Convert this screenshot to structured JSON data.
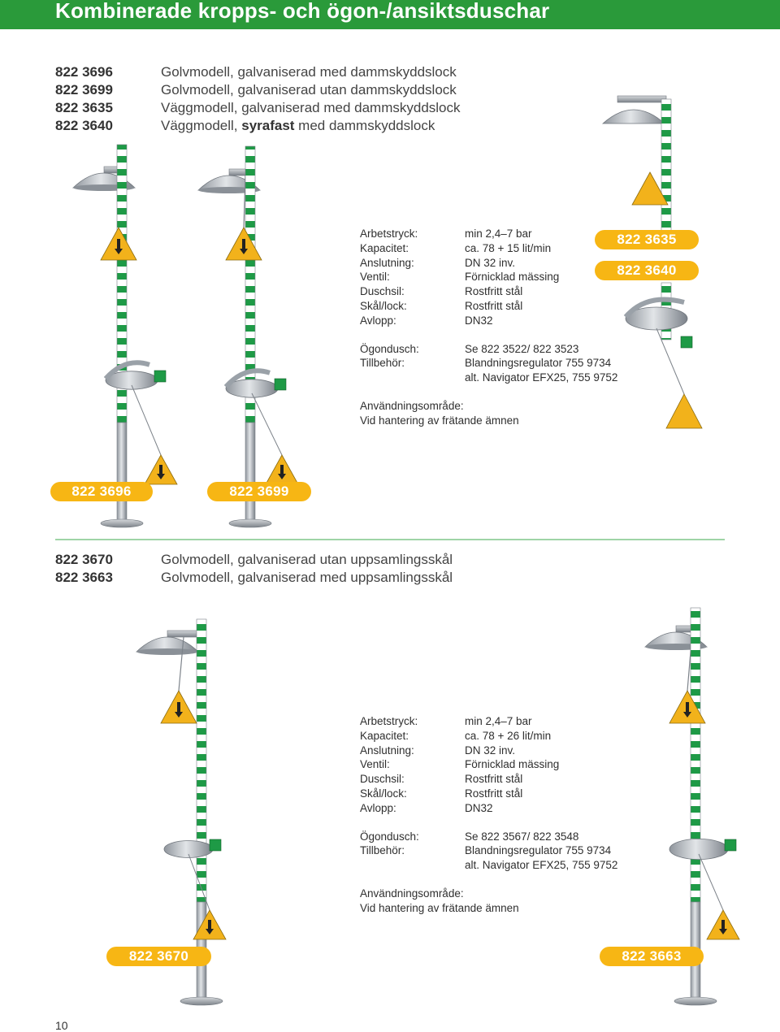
{
  "header": {
    "title": "Kombinerade kropps- och ögon-/ansiktsduschar"
  },
  "section1": {
    "products": [
      {
        "code": "822 3696",
        "desc": "Golvmodell, galvaniserad med dammskyddslock"
      },
      {
        "code": "822 3699",
        "desc": "Golvmodell, galvaniserad utan dammskyddslock"
      },
      {
        "code": "822 3635",
        "desc": "Väggmodell, galvaniserad med dammskyddslock"
      },
      {
        "code": "822 3640",
        "desc_before": "Väggmodell, ",
        "desc_bold": "syrafast",
        "desc_after": " med dammskyddslock"
      }
    ],
    "specs": [
      {
        "label": "Arbetstryck:",
        "value": "min 2,4–7 bar"
      },
      {
        "label": "Kapacitet:",
        "value": "ca. 78 + 15 lit/min"
      },
      {
        "label": "Anslutning:",
        "value": "DN 32 inv."
      },
      {
        "label": "Ventil:",
        "value": "Förnicklad mässing"
      },
      {
        "label": "Duschsil:",
        "value": "Rostfritt stål"
      },
      {
        "label": "Skål/lock:",
        "value": "Rostfritt stål"
      },
      {
        "label": "Avlopp:",
        "value": "DN32"
      }
    ],
    "extra": [
      {
        "label": "Ögondusch:",
        "value": "Se 822 3522/ 822 3523"
      },
      {
        "label": "Tillbehör:",
        "value": "Blandningsregulator 755 9734"
      }
    ],
    "extra_cont": "alt. Navigator EFX25, 755 9752",
    "usage_label": "Användningsområde:",
    "usage_value": "Vid hantering av frätande ämnen",
    "badges": [
      "822 3696",
      "822 3699",
      "822 3635",
      "822 3640"
    ]
  },
  "section2": {
    "products": [
      {
        "code": "822 3670",
        "desc": "Golvmodell, galvaniserad utan uppsamlingsskål"
      },
      {
        "code": "822 3663",
        "desc": "Golvmodell, galvaniserad med uppsamlingsskål"
      }
    ],
    "specs": [
      {
        "label": "Arbetstryck:",
        "value": "min 2,4–7 bar"
      },
      {
        "label": "Kapacitet:",
        "value": "ca. 78 + 26 lit/min"
      },
      {
        "label": "Anslutning:",
        "value": "DN 32 inv."
      },
      {
        "label": "Ventil:",
        "value": "Förnicklad mässing"
      },
      {
        "label": "Duschsil:",
        "value": "Rostfritt stål"
      },
      {
        "label": "Skål/lock:",
        "value": "Rostfritt stål"
      },
      {
        "label": "Avlopp:",
        "value": "DN32"
      }
    ],
    "extra": [
      {
        "label": "Ögondusch:",
        "value": "Se 822 3567/ 822 3548"
      },
      {
        "label": "Tillbehör:",
        "value": "Blandningsregulator 755 9734"
      }
    ],
    "extra_cont": "alt. Navigator EFX25, 755 9752",
    "usage_label": "Användningsområde:",
    "usage_value": "Vid hantering av frätande ämnen",
    "badges": [
      "822 3670",
      "822 3663"
    ]
  },
  "page_number": "10",
  "colors": {
    "header": "#2a9a3a",
    "badge": "#f7b614",
    "divider": "#9fd4a6",
    "pipe_stripe": "#1e9a46"
  }
}
